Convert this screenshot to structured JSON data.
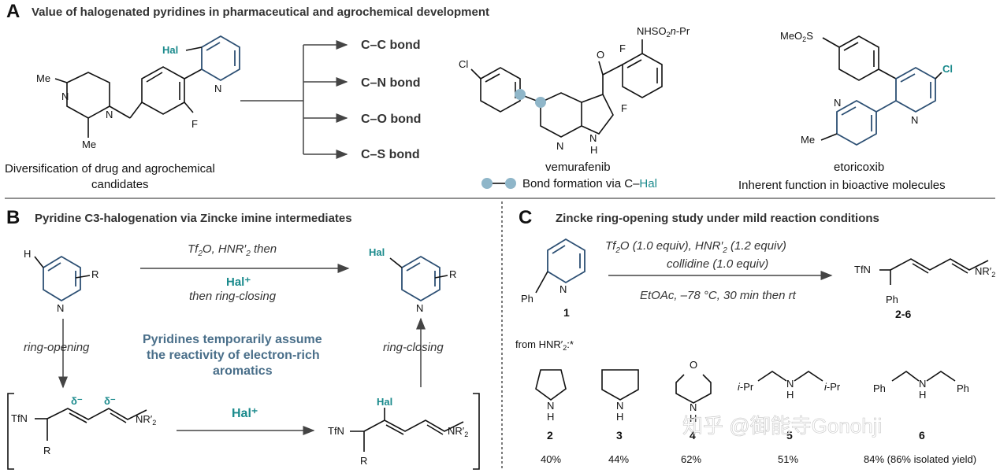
{
  "panels": {
    "a": {
      "letter": "A",
      "title": "Value of halogenated pyridines in pharmaceutical and agrochemical development",
      "bonds": [
        "C–C bond",
        "C–N bond",
        "C–O bond",
        "C–S bond"
      ],
      "atoms": {
        "me1": "Me",
        "me2": "Me",
        "n1": "N",
        "n2": "N",
        "n_py": "N",
        "hal": "Hal",
        "f": "F"
      },
      "caption_line1": "Diversification of drug and agrochemical",
      "caption_line2": "candidates",
      "vemurafenib": {
        "name": "vemurafenib",
        "atoms": {
          "cl": "Cl",
          "f1": "F",
          "f2": "F",
          "nh_ring": "N",
          "h": "H",
          "n_py": "N",
          "o": "O",
          "sulfonamide": "NHSO",
          "sub2": "2",
          "npr": "n",
          "pr": "-Pr"
        },
        "legend": {
          "prefix": "Bond formation via C–",
          "hal": "Hal"
        }
      },
      "etoricoxib": {
        "name": "etoricoxib",
        "atoms": {
          "meo2s": "MeO",
          "sub2": "2",
          "s": "S",
          "cl": "Cl",
          "n1": "N",
          "n2": "N",
          "me": "Me"
        },
        "caption": "Inherent function in bioactive molecules"
      }
    },
    "b": {
      "letter": "B",
      "title": "Pyridine C3-halogenation via Zincke imine intermediates",
      "top_cond_line": "Tf",
      "top_cond_sub": "2",
      "top_cond_rest": "O, HNR′",
      "top_cond_sub2": "2",
      "top_cond_then": " then",
      "hal_plus": "Hal⁺",
      "then_ring_closing": "then ring-closing",
      "ring_opening": "ring-opening",
      "ring_closing": "ring-closing",
      "note_line1": "Pyridines temporarily assume",
      "note_line2": "the reactivity of electron-rich",
      "note_line3": "aromatics",
      "hal_plus_bottom": "Hal⁺",
      "atoms": {
        "h": "H",
        "r1": "R",
        "n1": "N",
        "hal": "Hal",
        "r2": "R",
        "n2": "N",
        "tfn1": "TfN",
        "r3": "R",
        "nr1": "NR′",
        "sub1": "2",
        "delta1": "δ⁻",
        "delta2": "δ⁻",
        "hal2": "Hal",
        "tfn2": "TfN",
        "r4": "R",
        "nr2": "NR′",
        "sub2": "2"
      }
    },
    "c": {
      "letter": "C",
      "title": "Zincke ring-opening study under mild reaction conditions",
      "cond1_a": "Tf",
      "cond1_sub": "2",
      "cond1_b": "O (1.0 equiv), HNR′",
      "cond1_sub2": "2",
      "cond1_c": " (1.2 equiv)",
      "cond2": "collidine (1.0 equiv)",
      "cond3": "EtOAc, –78 °C, 30 min then rt",
      "sm_label": "1",
      "product_label": "2-6",
      "atoms": {
        "ph": "Ph",
        "n": "N",
        "tfn": "TfN",
        "ph2": "Ph",
        "nr": "NR′",
        "sub": "2"
      },
      "from_label": "from HNR′",
      "from_sub": "2",
      "from_tail": ":*",
      "amines": [
        {
          "label": "2",
          "yield": "40%"
        },
        {
          "label": "3",
          "yield": "44%"
        },
        {
          "label": "4",
          "yield": "62%"
        },
        {
          "label": "5",
          "yield": "51%"
        },
        {
          "label": "6",
          "yield": "84% (86% isolated yield)"
        }
      ],
      "amine_atoms": {
        "nh": "N",
        "h": "H",
        "o": "O",
        "ipr1": "i",
        "pr1": "-Pr",
        "ipr2": "i",
        "pr2": "-Pr",
        "ph1": "Ph",
        "ph2": "Ph"
      }
    }
  },
  "watermark": "知乎 @御能寺Gonohji",
  "colors": {
    "hal": "#1a8a8c",
    "pyridine": "#2c4f73",
    "note": "#4a6f8a",
    "dot": "#8fb6c9"
  }
}
